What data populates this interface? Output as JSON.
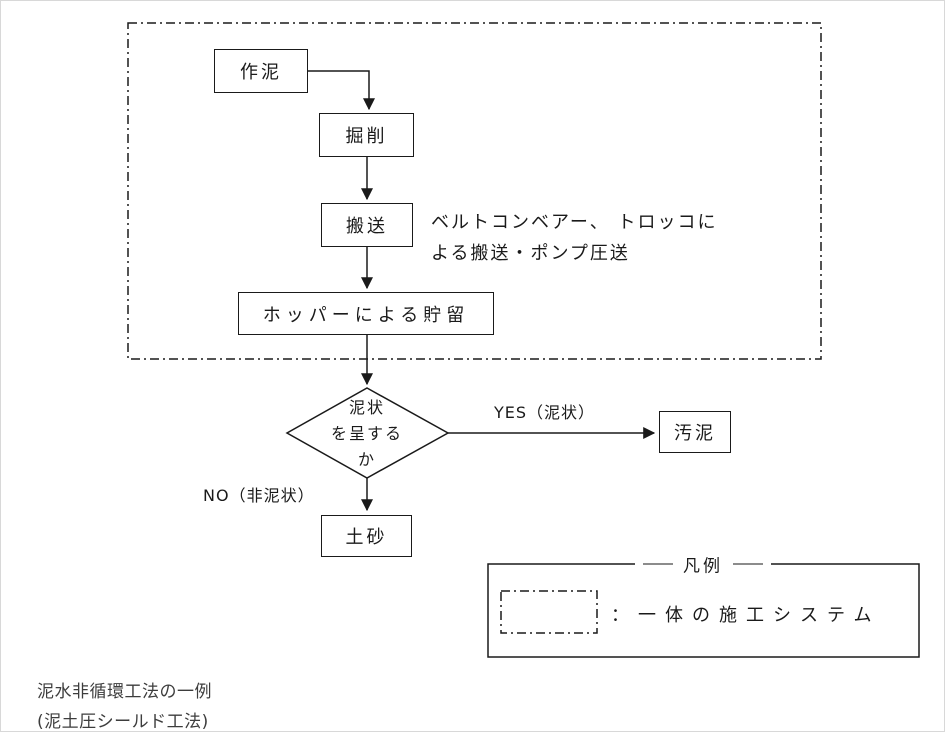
{
  "diagram": {
    "boxes": {
      "sakudei": "作泥",
      "kussaku": "掘削",
      "hansou": "搬送",
      "hopper": "ホッパーによる貯留",
      "odei": "汚泥",
      "dosha": "土砂"
    },
    "decision": {
      "line1": "泥状",
      "line2": "を呈する",
      "line3": "か"
    },
    "annotation": {
      "line1": "ベルトコンベアー、 トロッコに",
      "line2": "よる搬送・ポンプ圧送"
    },
    "labels": {
      "yes": "YES（泥状）",
      "no": "NO（非泥状）"
    },
    "legend": {
      "title": "凡例",
      "entry": "：一体の施工システム"
    },
    "caption": {
      "line1": "泥水非循環工法の一例",
      "line2": "(泥土圧シールド工法)"
    }
  },
  "colors": {
    "line": "#1a1a1a",
    "caption": "#3d3d3d",
    "frame": "#d8d8d8"
  }
}
